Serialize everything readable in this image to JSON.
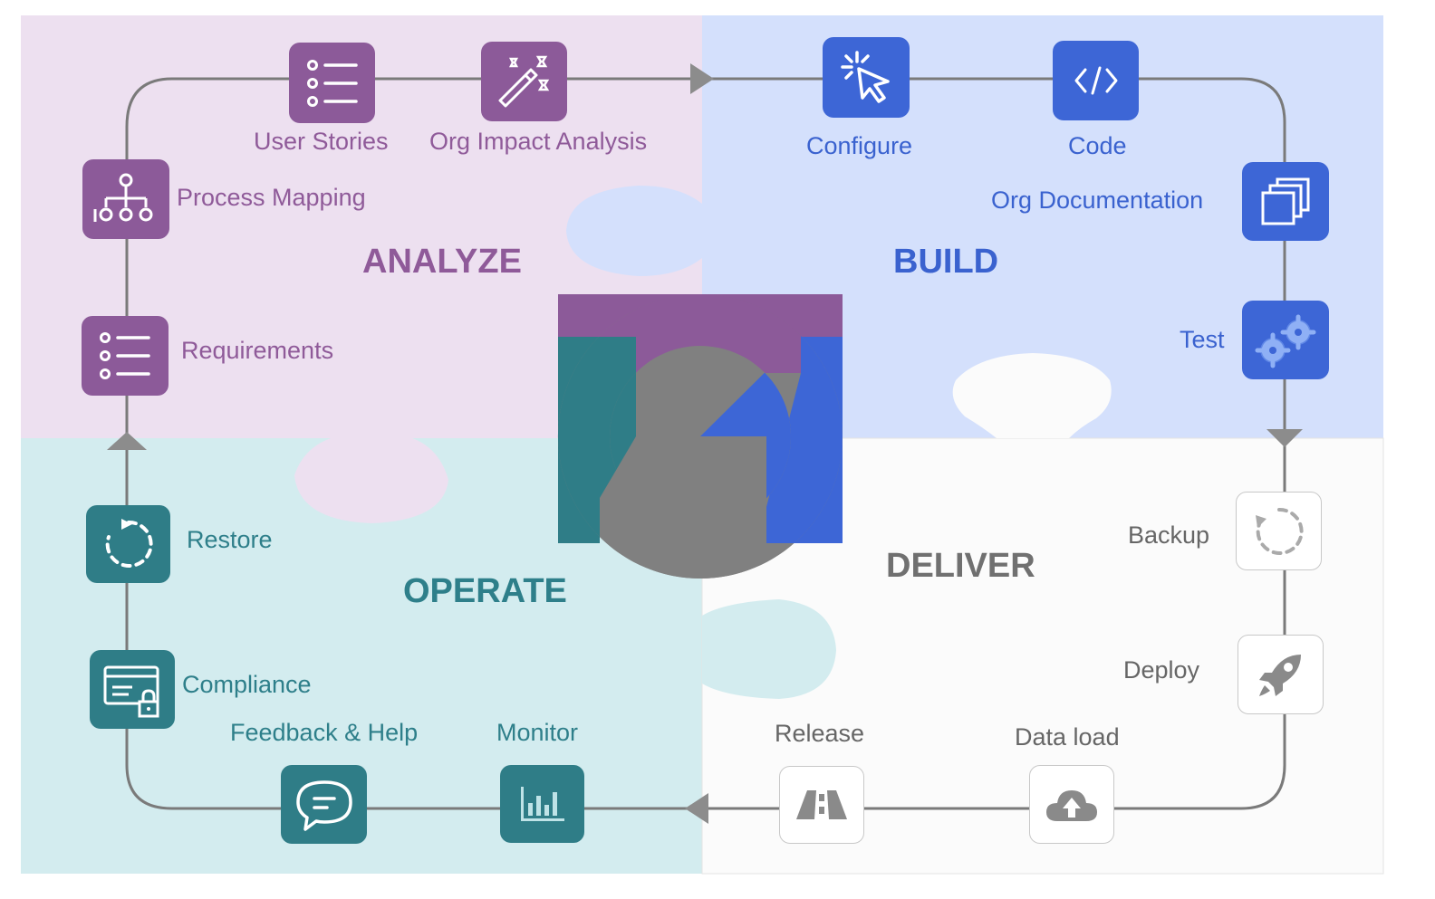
{
  "colors": {
    "analyze": "#8c5a99",
    "build": "#3d66d6",
    "operate": "#2f7d87",
    "deliver": "#808080",
    "analyze_bg": "#ede0f0",
    "build_bg": "#d4e0fc",
    "operate_bg": "#d3ecef",
    "deliver_bg": "#fbfbfb"
  },
  "quadrants": {
    "analyze": {
      "title": "ANALYZE"
    },
    "build": {
      "title": "BUILD"
    },
    "operate": {
      "title": "OPERATE"
    },
    "deliver": {
      "title": "DELIVER"
    }
  },
  "steps": {
    "user_stories": {
      "label": "User  Stories",
      "icon": "checklist-icon"
    },
    "org_impact_analysis": {
      "label": "Org Impact Analysis",
      "icon": "magic-wand-icon"
    },
    "process_mapping": {
      "label": "Process Mapping",
      "icon": "org-chart-icon"
    },
    "requirements": {
      "label": "Requirements",
      "icon": "checklist-icon"
    },
    "configure": {
      "label": "Configure",
      "icon": "cursor-click-icon"
    },
    "code": {
      "label": "Code",
      "icon": "code-icon"
    },
    "org_documentation": {
      "label": "Org Documentation",
      "icon": "stacked-pages-icon"
    },
    "test": {
      "label": "Test",
      "icon": "gears-icon"
    },
    "backup": {
      "label": "Backup",
      "icon": "dashed-refresh-icon"
    },
    "deploy": {
      "label": "Deploy",
      "icon": "rocket-icon"
    },
    "data_load": {
      "label": "Data load",
      "icon": "cloud-upload-icon"
    },
    "release": {
      "label": "Release",
      "icon": "road-icon"
    },
    "monitor": {
      "label": "Monitor",
      "icon": "bar-chart-icon"
    },
    "feedback_help": {
      "label": "Feedback & Help",
      "icon": "chat-bubble-icon"
    },
    "compliance": {
      "label": "Compliance",
      "icon": "card-lock-icon"
    },
    "restore": {
      "label": "Restore",
      "icon": "dashed-refresh-icon"
    }
  }
}
